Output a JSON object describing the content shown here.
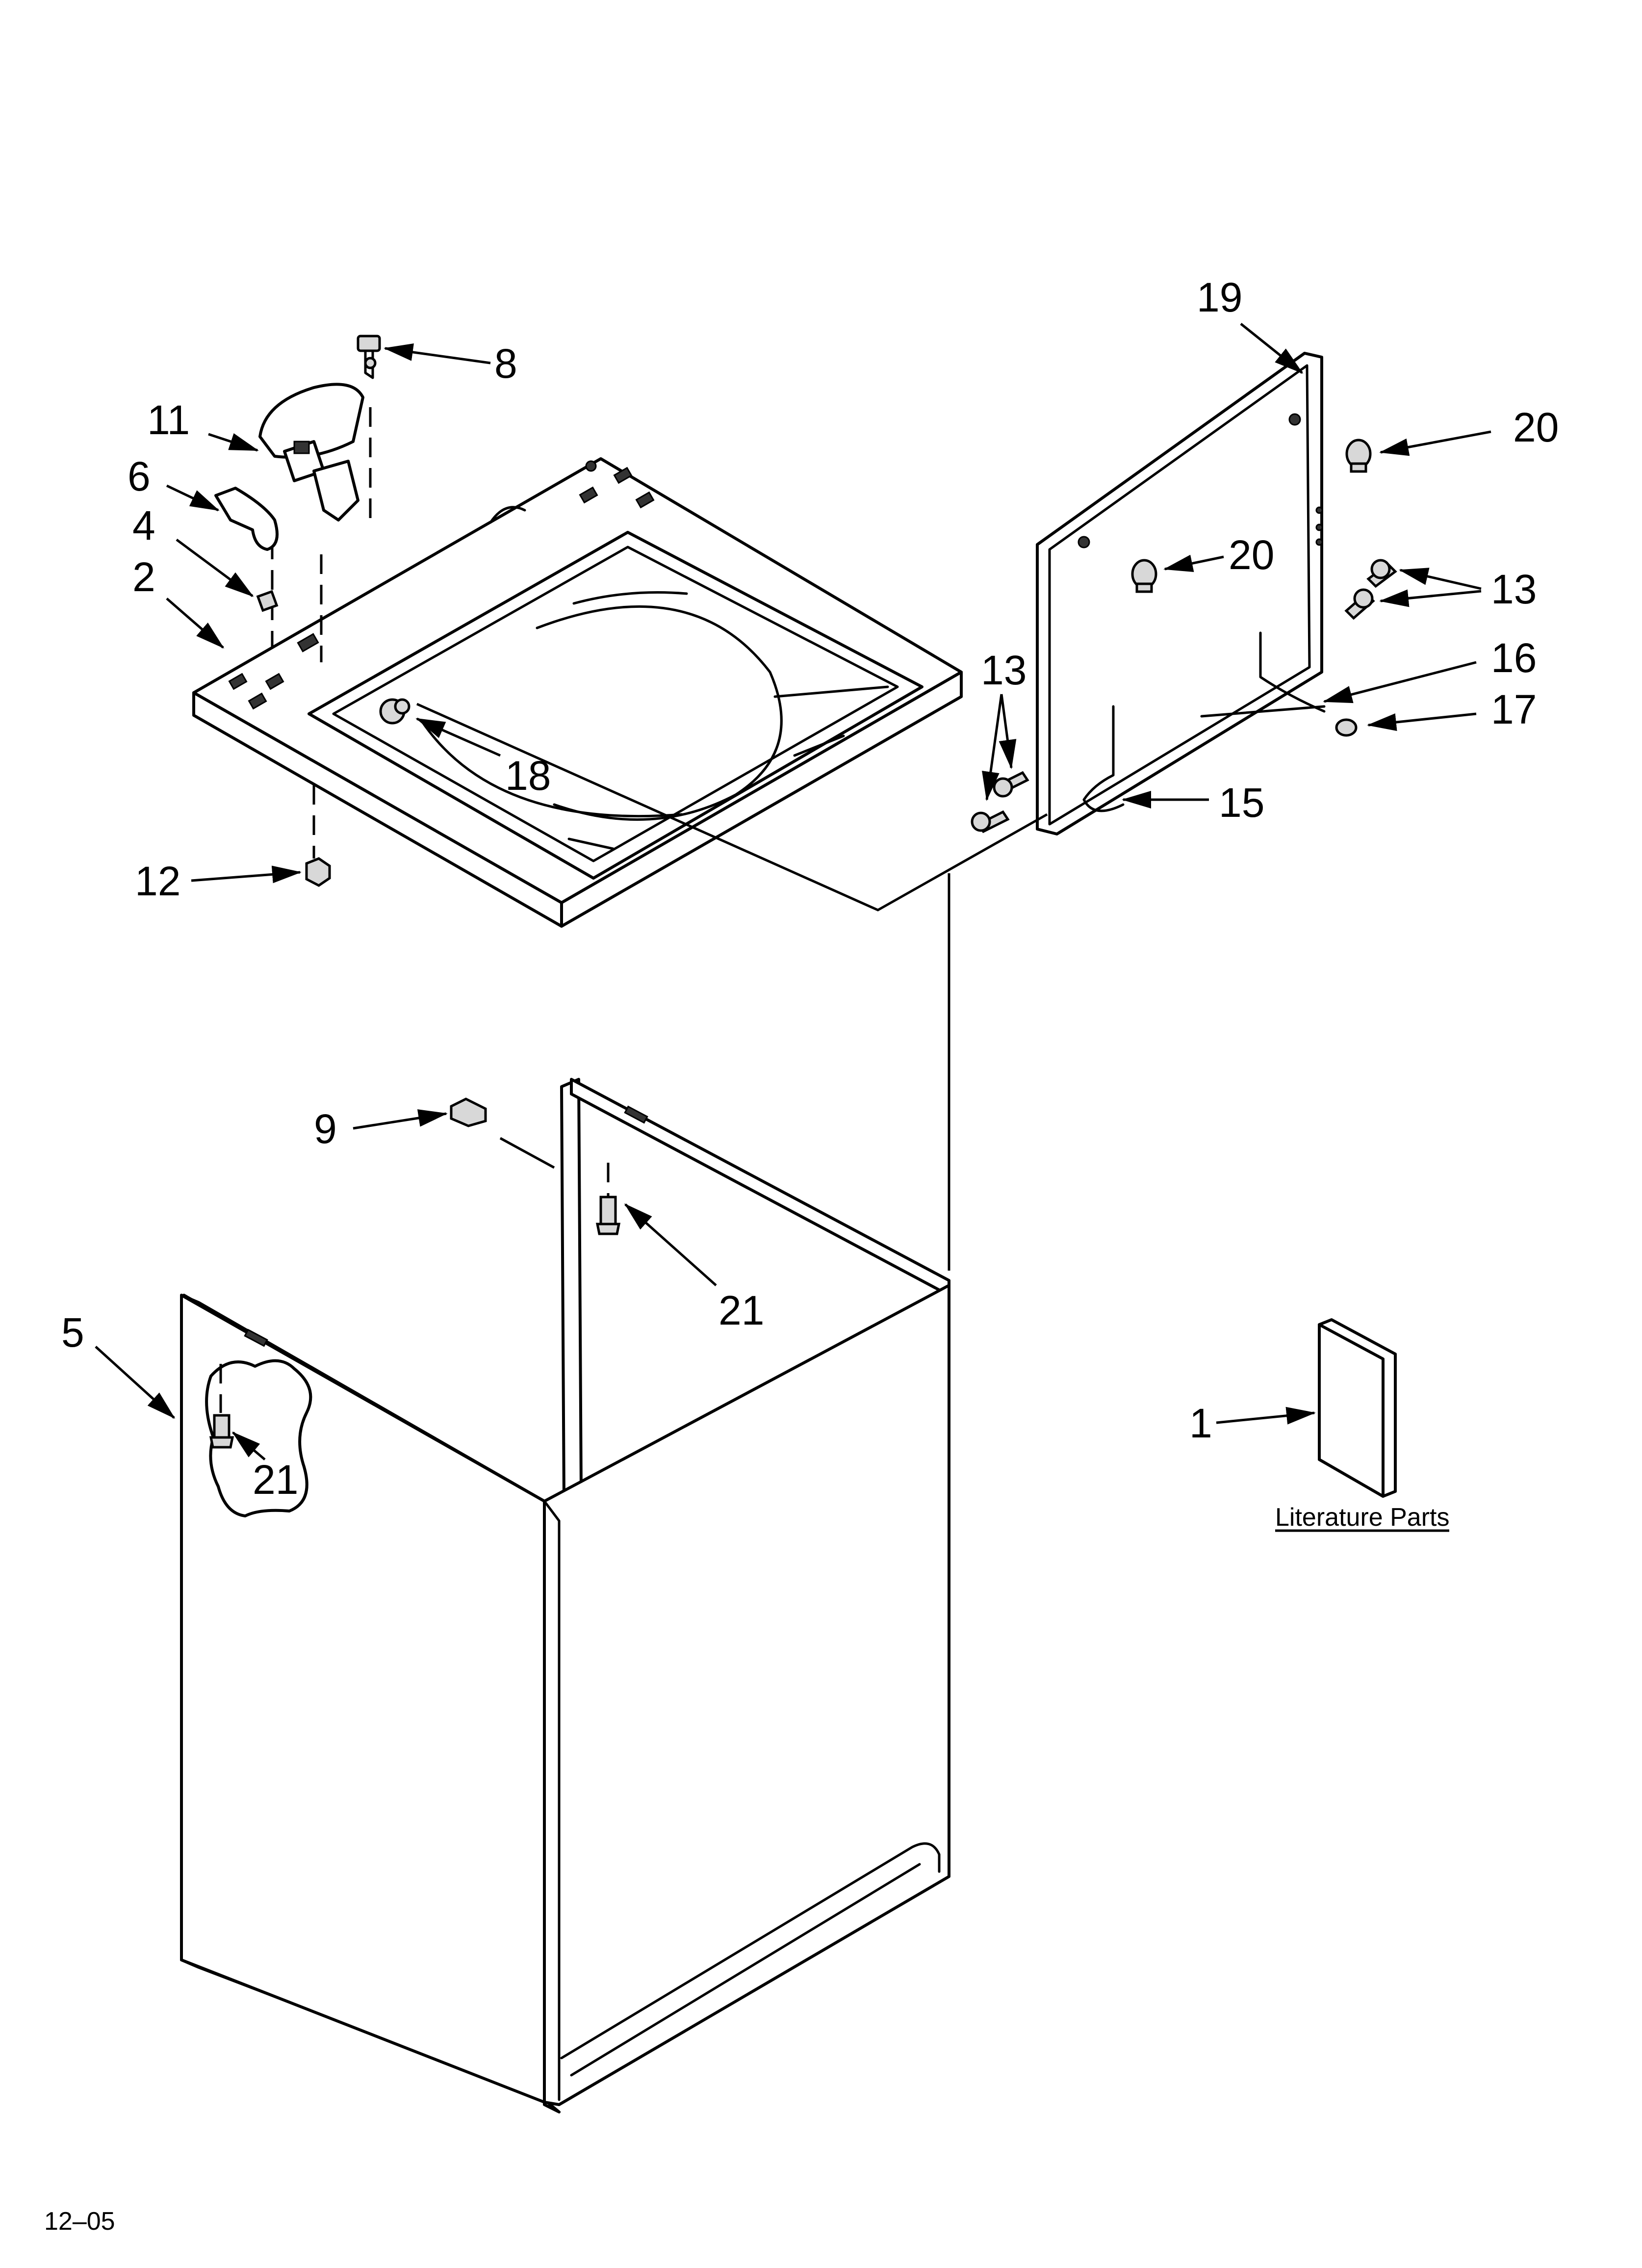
{
  "callouts": [
    {
      "id": "c8",
      "label": "8"
    },
    {
      "id": "c11",
      "label": "11"
    },
    {
      "id": "c6",
      "label": "6"
    },
    {
      "id": "c4",
      "label": "4"
    },
    {
      "id": "c2",
      "label": "2"
    },
    {
      "id": "c18",
      "label": "18"
    },
    {
      "id": "c12",
      "label": "12"
    },
    {
      "id": "c19",
      "label": "19"
    },
    {
      "id": "c20a",
      "label": "20"
    },
    {
      "id": "c20b",
      "label": "20"
    },
    {
      "id": "c13a",
      "label": "13"
    },
    {
      "id": "c16",
      "label": "16"
    },
    {
      "id": "c17",
      "label": "17"
    },
    {
      "id": "c13b",
      "label": "13"
    },
    {
      "id": "c15",
      "label": "15"
    },
    {
      "id": "c9",
      "label": "9"
    },
    {
      "id": "c21a",
      "label": "21"
    },
    {
      "id": "c5",
      "label": "5"
    },
    {
      "id": "c21b",
      "label": "21"
    },
    {
      "id": "c1",
      "label": "1"
    }
  ],
  "literature_caption": "Literature Parts",
  "revision": "12–05"
}
